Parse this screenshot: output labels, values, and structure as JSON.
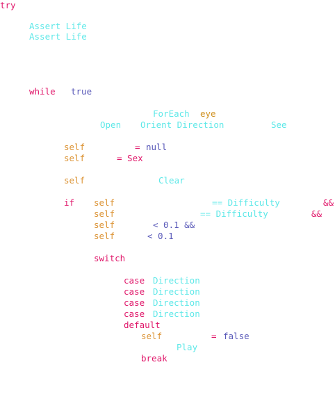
{
  "colors": {
    "keyword": "#e0176a",
    "value": "#5858b8",
    "self": "#dc9436",
    "call": "#5ee8e8",
    "eye": "#d09222"
  },
  "code": {
    "try": "try",
    "assert_1": "Assert Life",
    "assert_2": "Assert Life",
    "while_kw": "while",
    "while_cond": "true",
    "foreach": "ForEach",
    "foreach_var": "eye",
    "open": "Open",
    "orient": "Orient Direction",
    "see": "See",
    "self_1": "self",
    "assign_null_op": "=",
    "null_val": "null",
    "self_2": "self",
    "assign_sex": "= Sex",
    "self_3": "self",
    "clear": "Clear",
    "if_kw": "if",
    "self_4": "self",
    "cond_1": "== Difficulty",
    "and_1": "&&",
    "self_5": "self",
    "cond_2": "== Difficulty",
    "and_2": "&&",
    "self_6": "self",
    "cond_3": "< 0.1 &&",
    "self_7": "self",
    "cond_4": "< 0.1",
    "switch_kw": "switch",
    "case_kw": "case",
    "case_val": "Direction",
    "default_kw": "default",
    "self_8": "self",
    "assign_false_op": "=",
    "false_val": "false",
    "play": "Play",
    "break_kw": "break"
  }
}
